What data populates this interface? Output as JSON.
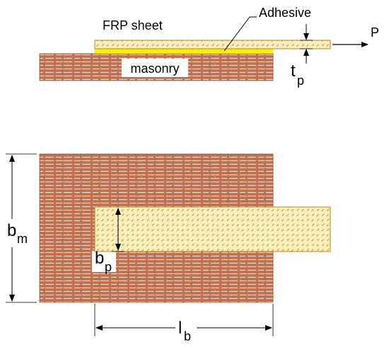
{
  "labels": {
    "frp_sheet": "FRP sheet",
    "adhesive": "Adhesive",
    "masonry": "masonry",
    "load": "P",
    "t_main": "t",
    "t_sub": "p",
    "bm_main": "b",
    "bm_sub": "m",
    "bp_main": "b",
    "bp_sub": "p",
    "lb_main": "l",
    "lb_sub": "b"
  },
  "colors": {
    "masonry_brick": "#c0714f",
    "masonry_mortar": "#f3dccf",
    "frp_fill": "#f7efc0",
    "frp_hatch": "#c9a126",
    "adhesive": "#ffee00",
    "line": "#000000"
  }
}
